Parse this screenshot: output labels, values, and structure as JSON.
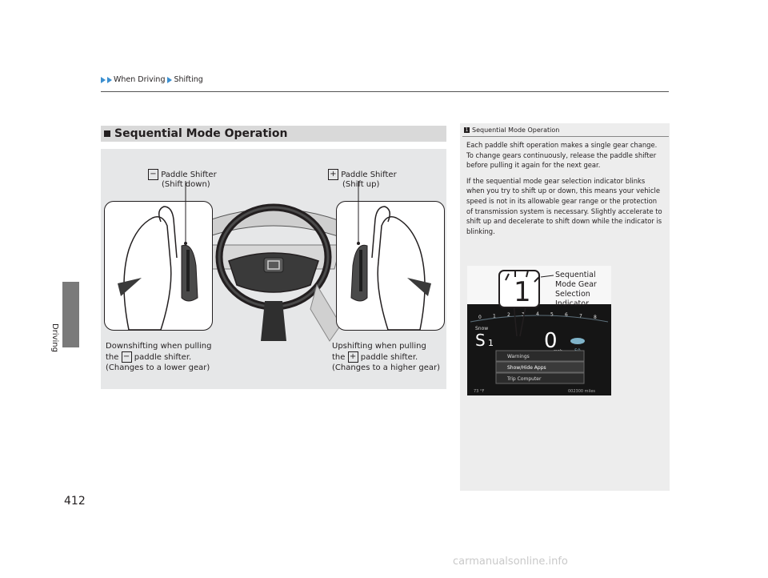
{
  "breadcrumb": [
    "When Driving",
    "Shifting"
  ],
  "side_label": "Driving",
  "page_number": "412",
  "section": {
    "title": "Sequential Mode Operation"
  },
  "figure": {
    "minus_symbol": "−",
    "plus_symbol": "+",
    "left_callout": {
      "line1": "Paddle Shifter",
      "line2": "(Shift down)"
    },
    "right_callout": {
      "line1": "Paddle Shifter",
      "line2": "(Shift up)"
    },
    "left_note": {
      "line1": "Downshifting when pulling",
      "line2_prefix": "the",
      "line2_suffix": "paddle shifter.",
      "line3": "(Changes to a lower gear)"
    },
    "right_note": {
      "line1": "Upshifting when pulling",
      "line2_prefix": "the",
      "line2_suffix": "paddle shifter.",
      "line3": "(Changes to a higher gear)"
    }
  },
  "note": {
    "title": "Sequential Mode Operation",
    "para1": "Each paddle shift operation makes a single gear change.\nTo change gears continuously, release the paddle shifter before pulling it again for the next gear.",
    "para2": "If the sequential mode gear selection indicator blinks when you try to shift up or down, this means your vehicle speed is not in its allowable gear range or the protection of transmission system is necessary. Slightly accelerate to shift up and decelerate to shift down while the indicator is blinking.",
    "indicator_label": "Sequential\nMode Gear\nSelection\nIndicator",
    "gear_digit": "1"
  },
  "dashboard": {
    "mode": "Snow",
    "gear": "S",
    "gear_digit": "1",
    "speed": "0",
    "speed_unit": "mph",
    "acc_speed": "50",
    "menu": [
      "Warnings",
      "Show/Hide Apps",
      "Trip Computer"
    ],
    "temp": "73 °F",
    "odometer": "002300 miles",
    "tach_ticks": [
      "0",
      "1",
      "2",
      "3",
      "4",
      "5",
      "6",
      "7",
      "8"
    ]
  },
  "watermark": "carmanualsonline.info",
  "colors": {
    "accent_blue": "#3b8fd0",
    "heading_bg": "#d9d9d9",
    "panel_bg": "#e6e7e8",
    "note_bg": "#ededed",
    "side_tab": "#7a7a7a"
  }
}
